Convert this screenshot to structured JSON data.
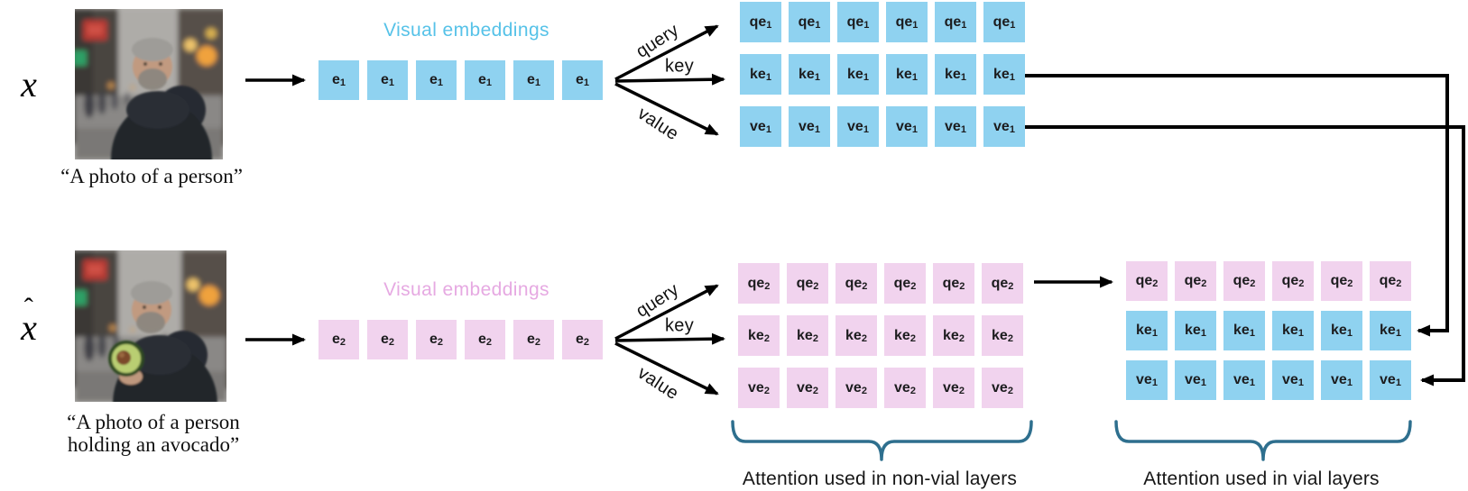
{
  "colors": {
    "blue_token": "#8FD2F0",
    "pink_token": "#F1D3EE",
    "blue_label": "#56C2E8",
    "pink_label": "#E6A9E2",
    "brace": "#2E6F8E",
    "arrow": "#000000"
  },
  "row1": {
    "symbol": "x",
    "caption_lines": [
      "“A photo of a person”"
    ],
    "photo_description": "photo of a person on a street",
    "embeddings_label": "Visual embeddings",
    "token": {
      "base": "e",
      "sub": "1",
      "color": "blue"
    },
    "token_count": 6,
    "fan_labels": {
      "query": "query",
      "key": "key",
      "value": "value"
    },
    "grid_rows": [
      {
        "base": "qe",
        "sub": "1",
        "color": "blue"
      },
      {
        "base": "ke",
        "sub": "1",
        "color": "blue"
      },
      {
        "base": "ve",
        "sub": "1",
        "color": "blue"
      }
    ],
    "grid_cols": 6
  },
  "row2": {
    "symbol": "x",
    "symbol_hat": "ˆ",
    "caption_lines": [
      "“A photo of a person",
      "holding an avocado”"
    ],
    "photo_description": "photo of a person holding an avocado",
    "embeddings_label": "Visual embeddings",
    "token": {
      "base": "e",
      "sub": "2",
      "color": "pink"
    },
    "token_count": 6,
    "fan_labels": {
      "query": "query",
      "key": "key",
      "value": "value"
    },
    "grid_rows": [
      {
        "base": "qe",
        "sub": "2",
        "color": "pink"
      },
      {
        "base": "ke",
        "sub": "2",
        "color": "pink"
      },
      {
        "base": "ve",
        "sub": "2",
        "color": "pink"
      }
    ],
    "grid_cols": 6
  },
  "vial_grid": {
    "grid_rows": [
      {
        "base": "qe",
        "sub": "2",
        "color": "pink"
      },
      {
        "base": "ke",
        "sub": "1",
        "color": "blue"
      },
      {
        "base": "ve",
        "sub": "1",
        "color": "blue"
      }
    ],
    "grid_cols": 6
  },
  "annotations": {
    "non_vial_label": "Attention used in non-vial layers",
    "vial_label": "Attention used in vial layers"
  }
}
